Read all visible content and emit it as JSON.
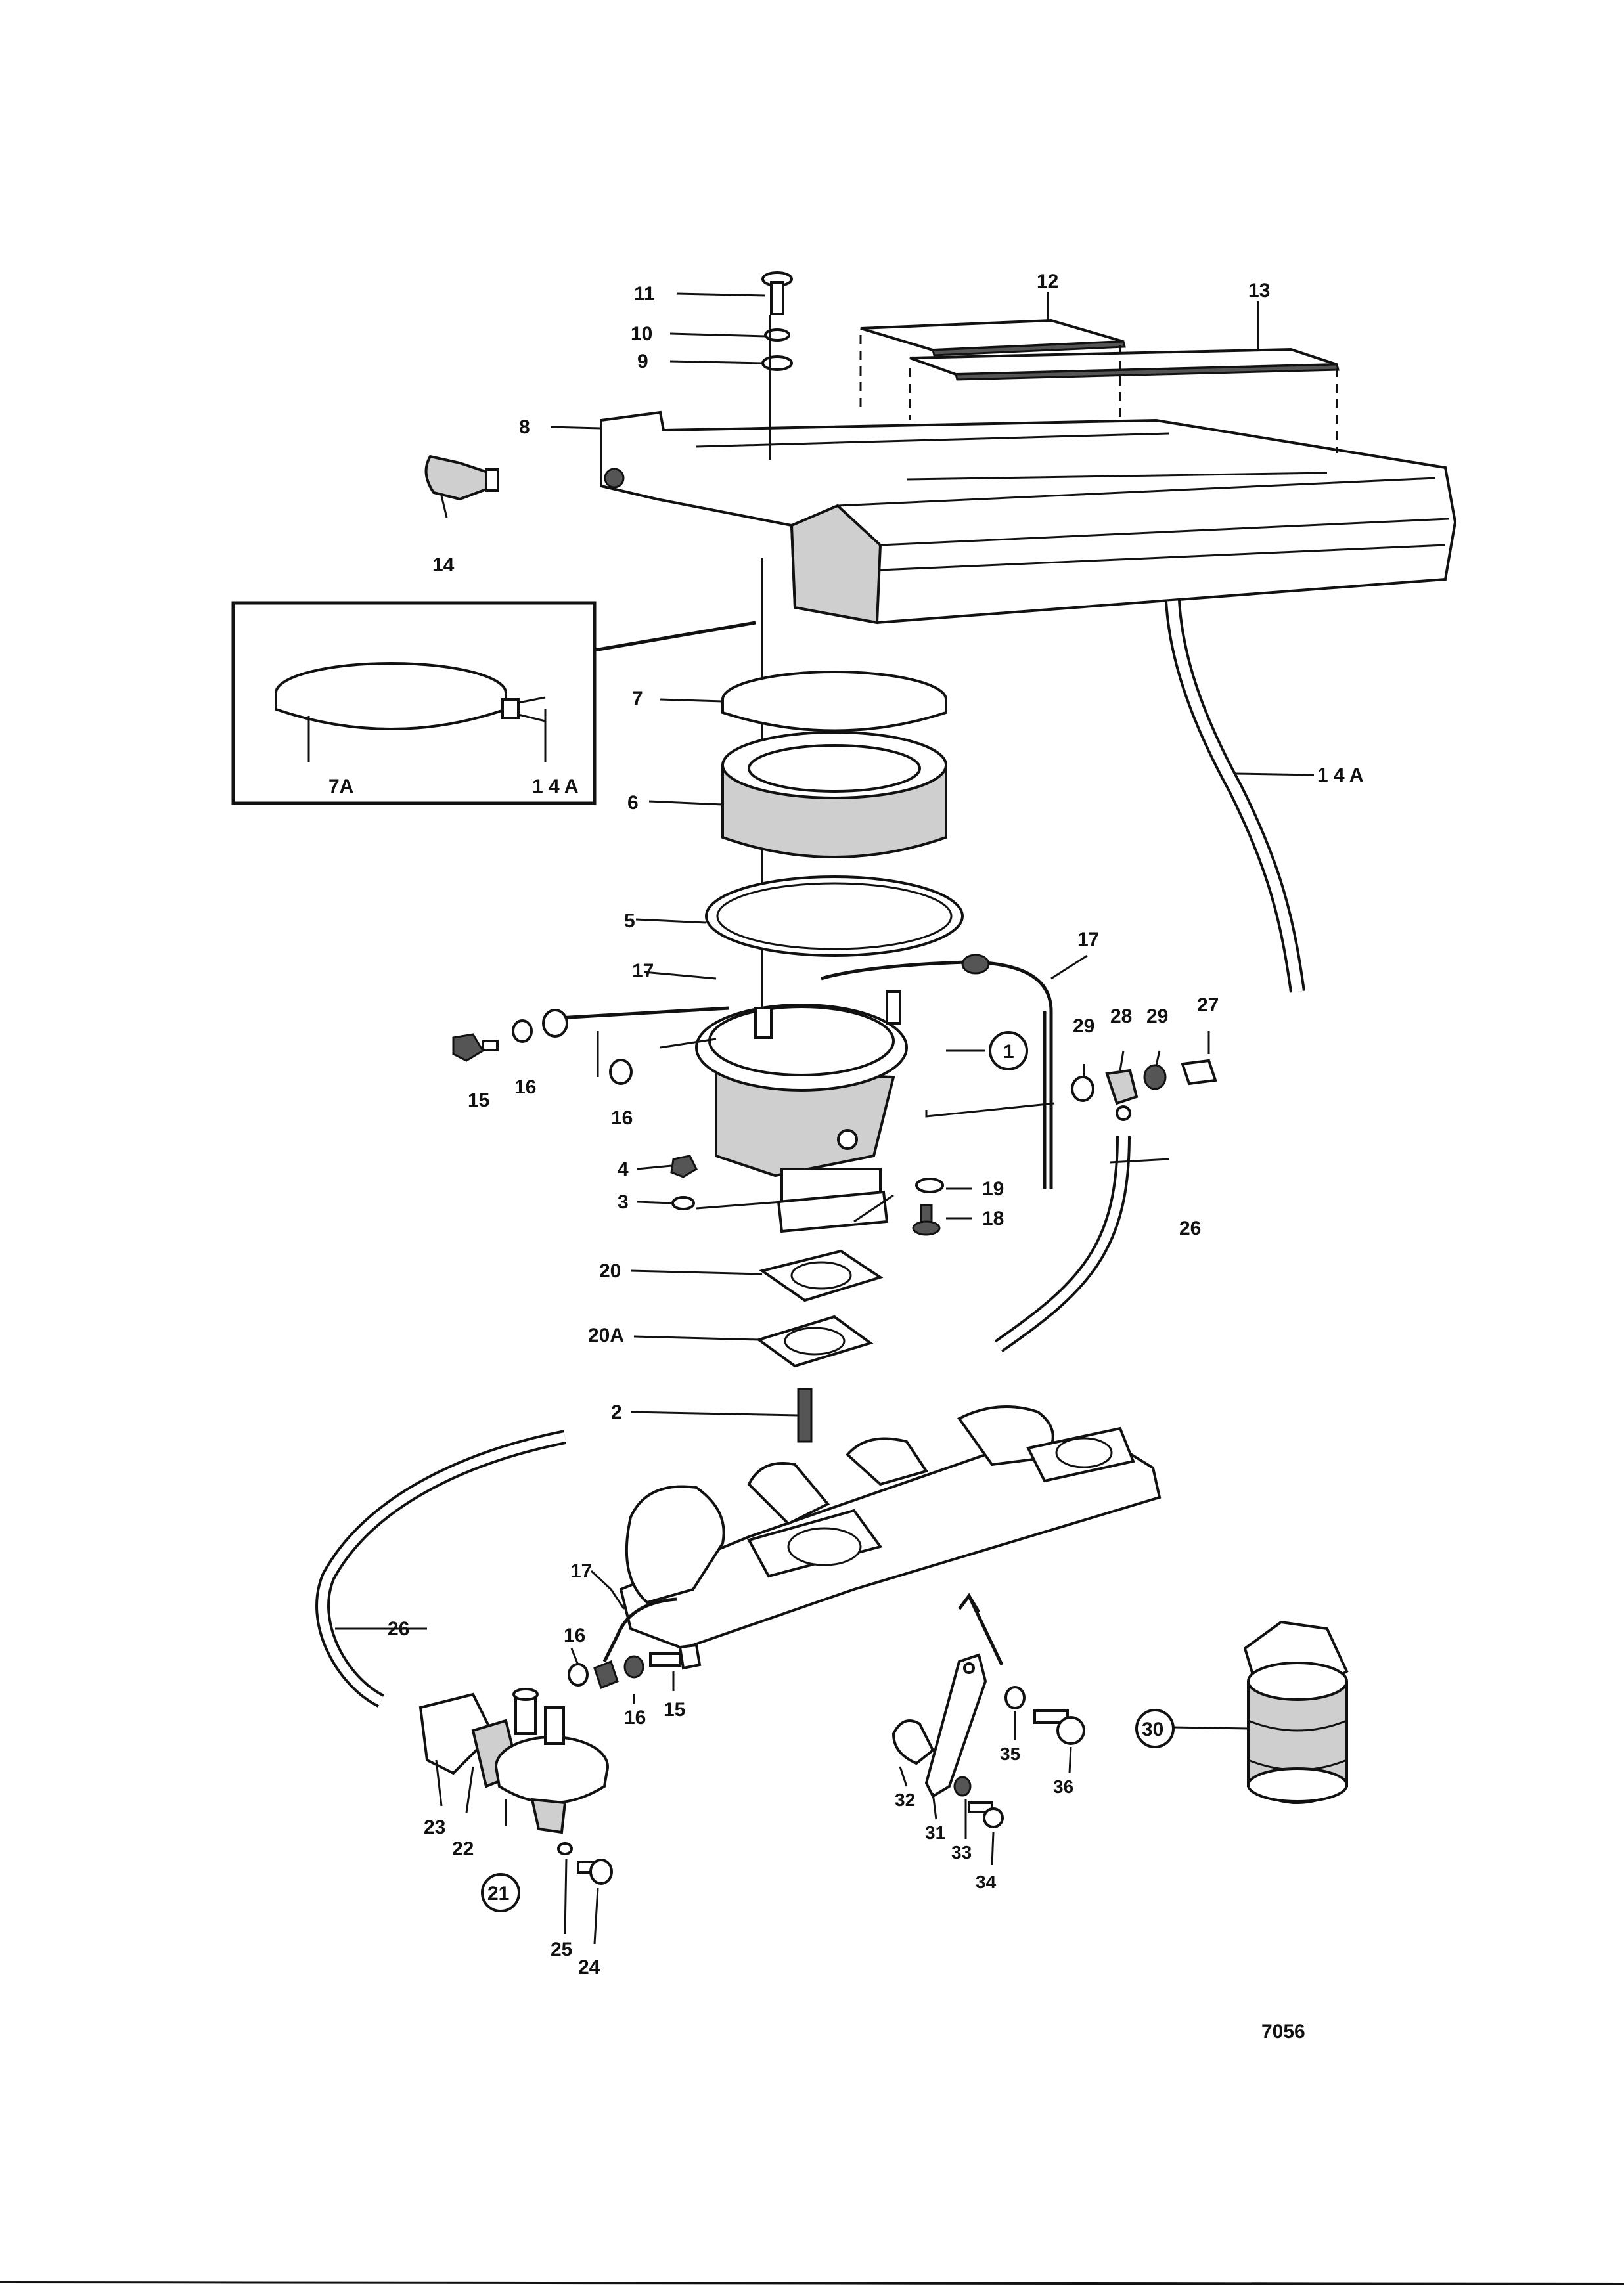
{
  "drawing_number": "7056",
  "callouts": {
    "c1": "1",
    "c2": "2",
    "c3": "3",
    "c4": "4",
    "c5": "5",
    "c6": "6",
    "c7": "7",
    "c7a": "7A",
    "c8": "8",
    "c9": "9",
    "c10": "10",
    "c11": "11",
    "c12": "12",
    "c13": "13",
    "c14": "14",
    "c14a": "1 4 A",
    "c14a_inset": "1 4 A",
    "c15a": "15",
    "c15b": "15",
    "c16a": "16",
    "c16b": "16",
    "c16c": "16",
    "c16d": "16",
    "c17a": "17",
    "c17b": "17",
    "c17c": "17",
    "c18": "18",
    "c19": "19",
    "c20": "20",
    "c20a": "20A",
    "c21": "21",
    "c22": "22",
    "c23": "23",
    "c24": "24",
    "c25": "25",
    "c26a": "26",
    "c26b": "26",
    "c27": "27",
    "c28": "28",
    "c29a": "29",
    "c29b": "29",
    "c30": "30",
    "c31": "31",
    "c32": "32",
    "c33": "33",
    "c34": "34",
    "c35": "35",
    "c36": "36"
  }
}
